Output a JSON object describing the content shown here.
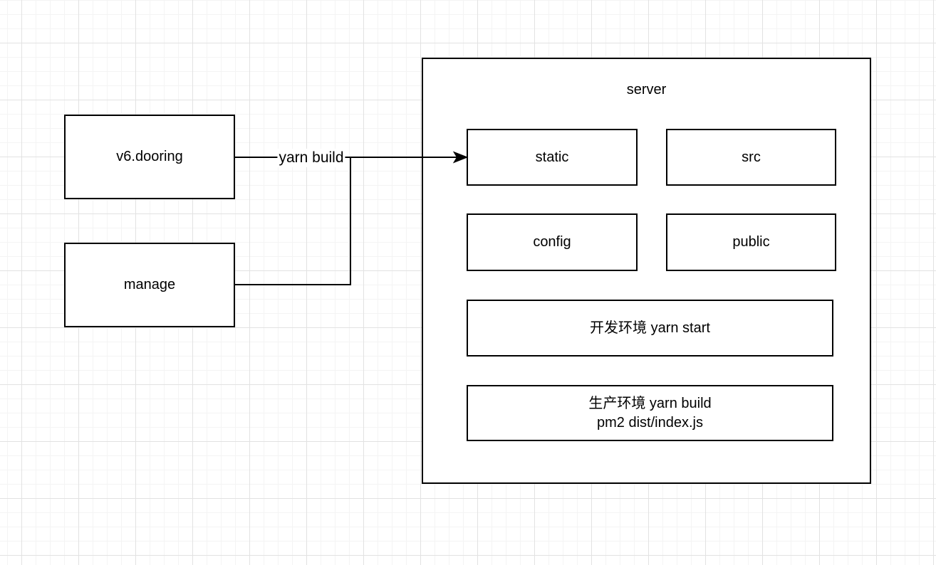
{
  "diagram": {
    "nodes": {
      "v6_dooring": {
        "label": "v6.dooring"
      },
      "manage": {
        "label": "manage"
      },
      "server": {
        "label": "server"
      },
      "static": {
        "label": "static"
      },
      "src": {
        "label": "src"
      },
      "config": {
        "label": "config"
      },
      "public": {
        "label": "public"
      },
      "dev_env": {
        "label": "开发环境 yarn start"
      },
      "prod_env": {
        "line1": "生产环境 yarn build",
        "line2": "pm2 dist/index.js"
      }
    },
    "edges": {
      "yarn_build": {
        "label": "yarn build"
      }
    },
    "colors": {
      "shape_border": "#000000",
      "shape_fill": "#ffffff",
      "text": "#000000",
      "grid_minor": "#f4f4f4",
      "grid_major": "#e2e2e2",
      "background": "#ffffff"
    }
  }
}
